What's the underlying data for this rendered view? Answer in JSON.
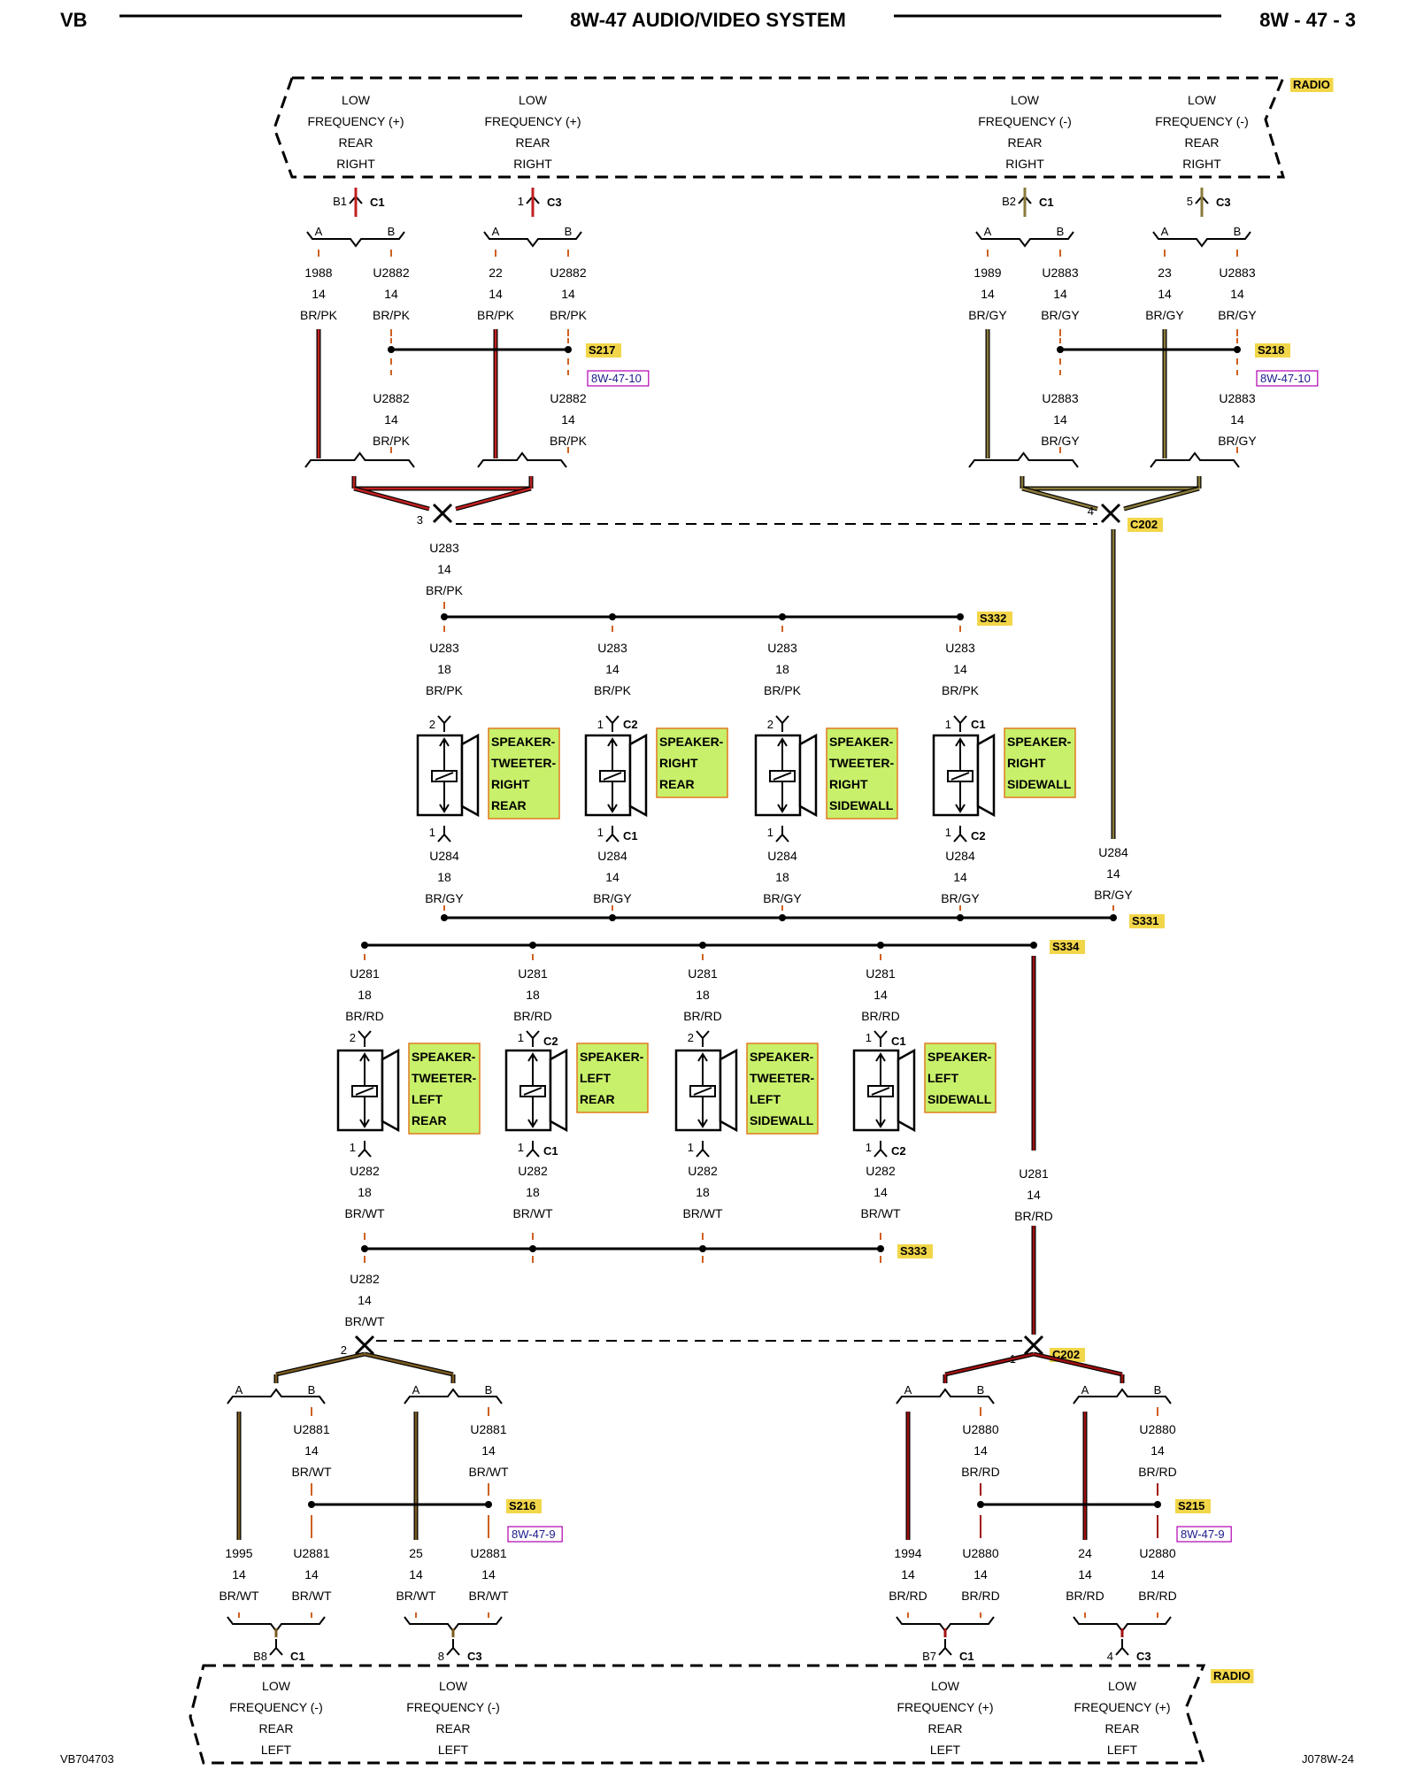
{
  "header": {
    "left": "VB",
    "title": "8W-47 AUDIO/VIDEO SYSTEM",
    "page": "8W - 47 - 3"
  },
  "footer": {
    "left": "VB704703",
    "right": "J078W-24"
  },
  "radio_top": {
    "tag": "RADIO",
    "pins": [
      {
        "lines": [
          "LOW",
          "FREQUENCY (+)",
          "REAR",
          "RIGHT"
        ],
        "pin": "B1",
        "conn": "C1",
        "wires": [
          {
            "branch": "A",
            "circuit": "1988",
            "gauge": "14",
            "color": "BR/PK"
          },
          {
            "branch": "B",
            "circuit": "U2882",
            "gauge": "14",
            "color": "BR/PK"
          }
        ]
      },
      {
        "lines": [
          "LOW",
          "FREQUENCY (+)",
          "REAR",
          "RIGHT"
        ],
        "pin": "1",
        "conn": "C3",
        "wires": [
          {
            "branch": "A",
            "circuit": "22",
            "gauge": "14",
            "color": "BR/PK"
          },
          {
            "branch": "B",
            "circuit": "U2882",
            "gauge": "14",
            "color": "BR/PK"
          }
        ]
      },
      {
        "lines": [
          "LOW",
          "FREQUENCY (-)",
          "REAR",
          "RIGHT"
        ],
        "pin": "B2",
        "conn": "C1",
        "wires": [
          {
            "branch": "A",
            "circuit": "1989",
            "gauge": "14",
            "color": "BR/GY"
          },
          {
            "branch": "B",
            "circuit": "U2883",
            "gauge": "14",
            "color": "BR/GY"
          }
        ]
      },
      {
        "lines": [
          "LOW",
          "FREQUENCY (-)",
          "REAR",
          "RIGHT"
        ],
        "pin": "5",
        "conn": "C3",
        "wires": [
          {
            "branch": "A",
            "circuit": "23",
            "gauge": "14",
            "color": "BR/GY"
          },
          {
            "branch": "B",
            "circuit": "U2883",
            "gauge": "14",
            "color": "BR/GY"
          }
        ]
      }
    ]
  },
  "splices_top": [
    {
      "tag": "S217",
      "ref": "8W-47-10",
      "out": {
        "circuit": "U2882",
        "gauge": "14",
        "color": "BR/PK"
      }
    },
    {
      "tag": "S218",
      "ref": "8W-47-10",
      "out": {
        "circuit": "U2883",
        "gauge": "14",
        "color": "BR/GY"
      }
    }
  ],
  "c202_top": {
    "tag": "C202",
    "pin_left": "3",
    "pin_right": "4"
  },
  "feed_pk": {
    "circuit": "U283",
    "gauge": "14",
    "color": "BR/PK"
  },
  "s332": "S332",
  "right_speakers": [
    {
      "in": {
        "circuit": "U283",
        "gauge": "18",
        "color": "BR/PK"
      },
      "pin_top": "2",
      "conn_top": "",
      "pin_bot": "1",
      "conn_bot": "",
      "label": [
        "SPEAKER-",
        "TWEETER-",
        "RIGHT",
        "REAR"
      ],
      "out": {
        "circuit": "U284",
        "gauge": "18",
        "color": "BR/GY"
      }
    },
    {
      "in": {
        "circuit": "U283",
        "gauge": "14",
        "color": "BR/PK"
      },
      "pin_top": "1",
      "conn_top": "C2",
      "pin_bot": "1",
      "conn_bot": "C1",
      "label": [
        "SPEAKER-",
        "RIGHT",
        "REAR"
      ],
      "out": {
        "circuit": "U284",
        "gauge": "14",
        "color": "BR/GY"
      }
    },
    {
      "in": {
        "circuit": "U283",
        "gauge": "18",
        "color": "BR/PK"
      },
      "pin_top": "2",
      "conn_top": "",
      "pin_bot": "1",
      "conn_bot": "",
      "label": [
        "SPEAKER-",
        "TWEETER-",
        "RIGHT",
        "SIDEWALL"
      ],
      "out": {
        "circuit": "U284",
        "gauge": "18",
        "color": "BR/GY"
      }
    },
    {
      "in": {
        "circuit": "U283",
        "gauge": "14",
        "color": "BR/PK"
      },
      "pin_top": "1",
      "conn_top": "C1",
      "pin_bot": "1",
      "conn_bot": "C2",
      "label": [
        "SPEAKER-",
        "RIGHT",
        "SIDEWALL"
      ],
      "out": {
        "circuit": "U284",
        "gauge": "14",
        "color": "BR/GY"
      }
    }
  ],
  "return_gy": {
    "circuit": "U284",
    "gauge": "14",
    "color": "BR/GY"
  },
  "s331": "S331",
  "s334": "S334",
  "left_speakers": [
    {
      "in": {
        "circuit": "U281",
        "gauge": "18",
        "color": "BR/RD"
      },
      "pin_top": "2",
      "conn_top": "",
      "pin_bot": "1",
      "conn_bot": "",
      "label": [
        "SPEAKER-",
        "TWEETER-",
        "LEFT",
        "REAR"
      ],
      "out": {
        "circuit": "U282",
        "gauge": "18",
        "color": "BR/WT"
      }
    },
    {
      "in": {
        "circuit": "U281",
        "gauge": "18",
        "color": "BR/RD"
      },
      "pin_top": "1",
      "conn_top": "C2",
      "pin_bot": "1",
      "conn_bot": "C1",
      "label": [
        "SPEAKER-",
        "LEFT",
        "REAR"
      ],
      "out": {
        "circuit": "U282",
        "gauge": "18",
        "color": "BR/WT"
      }
    },
    {
      "in": {
        "circuit": "U281",
        "gauge": "18",
        "color": "BR/RD"
      },
      "pin_top": "2",
      "conn_top": "",
      "pin_bot": "1",
      "conn_bot": "",
      "label": [
        "SPEAKER-",
        "TWEETER-",
        "LEFT",
        "SIDEWALL"
      ],
      "out": {
        "circuit": "U282",
        "gauge": "18",
        "color": "BR/WT"
      }
    },
    {
      "in": {
        "circuit": "U281",
        "gauge": "14",
        "color": "BR/RD"
      },
      "pin_top": "1",
      "conn_top": "C1",
      "pin_bot": "1",
      "conn_bot": "C2",
      "label": [
        "SPEAKER-",
        "LEFT",
        "SIDEWALL"
      ],
      "out": {
        "circuit": "U282",
        "gauge": "14",
        "color": "BR/WT"
      }
    }
  ],
  "feed_rd": {
    "circuit": "U281",
    "gauge": "14",
    "color": "BR/RD"
  },
  "s333": "S333",
  "return_wt": {
    "circuit": "U282",
    "gauge": "14",
    "color": "BR/WT"
  },
  "c202_bottom": {
    "tag": "C202",
    "pin_left": "2",
    "pin_right": "1"
  },
  "splices_bottom": [
    {
      "tag": "S216",
      "ref": "8W-47-9",
      "in": {
        "circuit": "U2881",
        "gauge": "14",
        "color": "BR/WT"
      }
    },
    {
      "tag": "S215",
      "ref": "8W-47-9",
      "in": {
        "circuit": "U2880",
        "gauge": "14",
        "color": "BR/RD"
      }
    }
  ],
  "radio_bottom": {
    "tag": "RADIO",
    "pins": [
      {
        "lines": [
          "LOW",
          "FREQUENCY (-)",
          "REAR",
          "LEFT"
        ],
        "pin": "B8",
        "conn": "C1",
        "wires": [
          {
            "branch": "A",
            "circuit": "1995",
            "gauge": "14",
            "color": "BR/WT"
          },
          {
            "branch": "B",
            "circuit": "U2881",
            "gauge": "14",
            "color": "BR/WT"
          }
        ]
      },
      {
        "lines": [
          "LOW",
          "FREQUENCY (-)",
          "REAR",
          "LEFT"
        ],
        "pin": "8",
        "conn": "C3",
        "wires": [
          {
            "branch": "A",
            "circuit": "25",
            "gauge": "14",
            "color": "BR/WT"
          },
          {
            "branch": "B",
            "circuit": "U2881",
            "gauge": "14",
            "color": "BR/WT"
          }
        ]
      },
      {
        "lines": [
          "LOW",
          "FREQUENCY (+)",
          "REAR",
          "LEFT"
        ],
        "pin": "B7",
        "conn": "C1",
        "wires": [
          {
            "branch": "A",
            "circuit": "1994",
            "gauge": "14",
            "color": "BR/RD"
          },
          {
            "branch": "B",
            "circuit": "U2880",
            "gauge": "14",
            "color": "BR/RD"
          }
        ]
      },
      {
        "lines": [
          "LOW",
          "FREQUENCY (+)",
          "REAR",
          "LEFT"
        ],
        "pin": "4",
        "conn": "C3",
        "wires": [
          {
            "branch": "A",
            "circuit": "24",
            "gauge": "14",
            "color": "BR/RD"
          },
          {
            "branch": "B",
            "circuit": "U2880",
            "gauge": "14",
            "color": "BR/RD"
          }
        ]
      }
    ]
  },
  "colors": {
    "wire_pk": "#c02020",
    "wire_gy": "#8a7a3a",
    "wire_rd": "#a01010",
    "wire_wt": "#7a5a20",
    "tag_bg": "#f2d64a",
    "speaker_bg": "#c8f06a",
    "speaker_border": "#e07a20"
  }
}
